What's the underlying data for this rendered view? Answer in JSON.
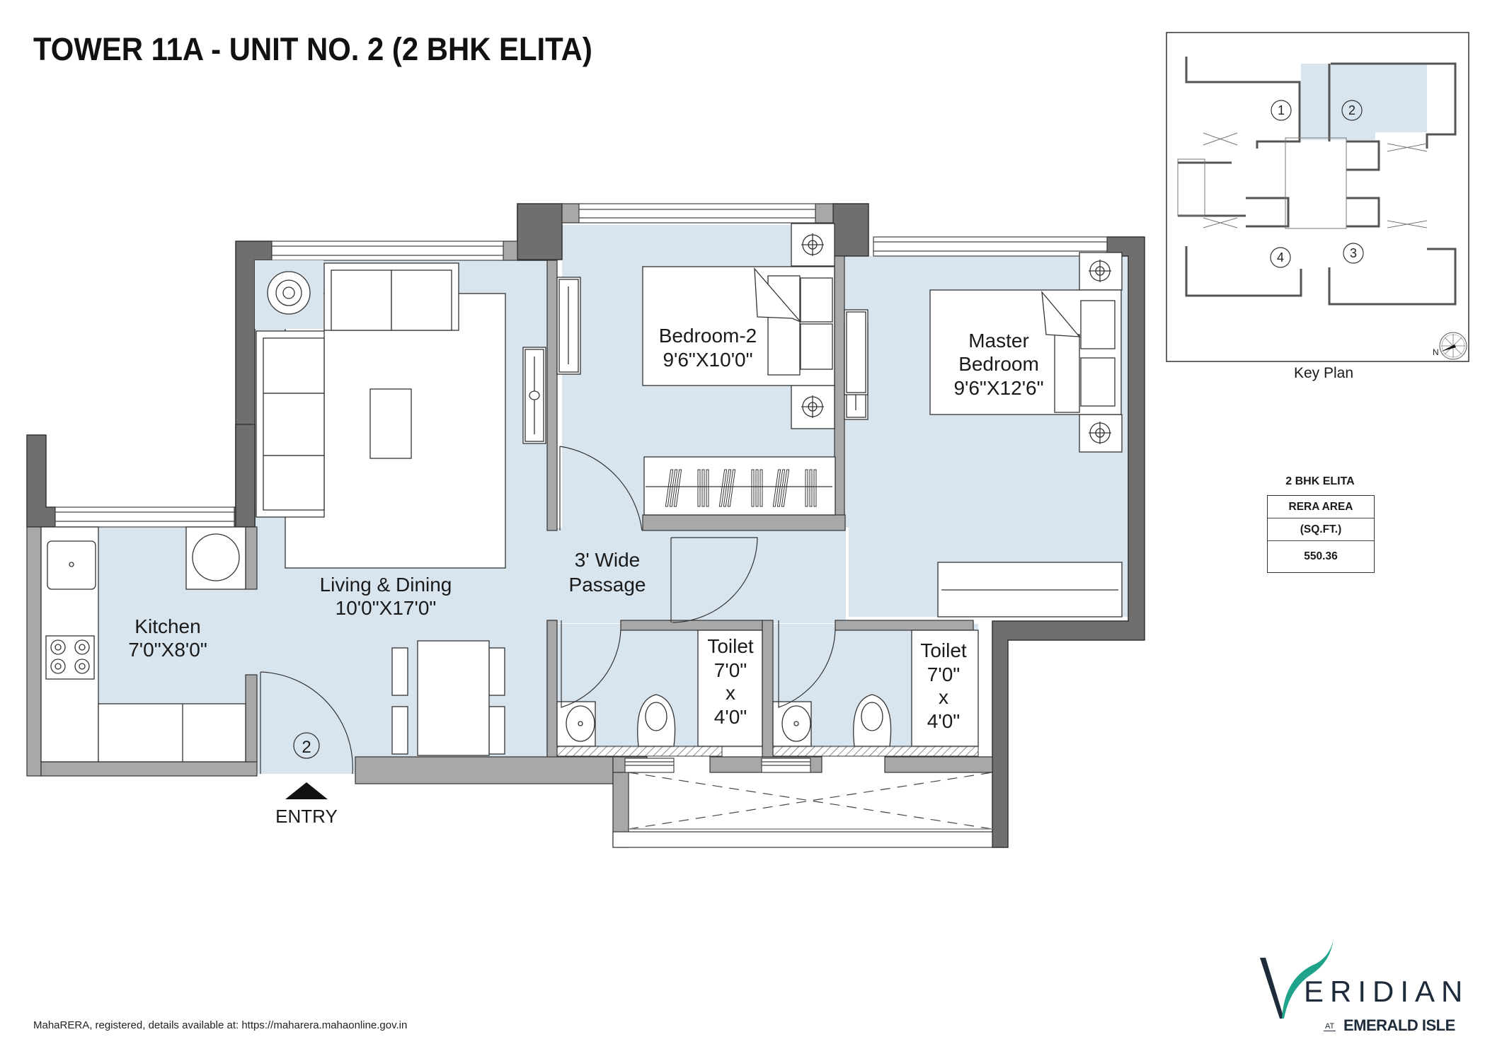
{
  "header": {
    "title": "TOWER 11A - UNIT NO. 2 (2 BHK ELITA)"
  },
  "colors": {
    "floor": "#d8e4ee",
    "wall_dark": "#6f6f6f",
    "wall_light": "#a8a8a8",
    "line": "#333333",
    "brand_navy": "#1d2b3a",
    "brand_teal": "#1fa38a",
    "brand_light_teal": "#6fb9cf"
  },
  "rooms": [
    {
      "id": "living-dining",
      "name": "Living & Dining",
      "size": "10'0\"X17'0\""
    },
    {
      "id": "kitchen",
      "name": "Kitchen",
      "size": "7'0\"X8'0\""
    },
    {
      "id": "bedroom-2",
      "name": "Bedroom-2",
      "size": "9'6\"X10'0\""
    },
    {
      "id": "master-bedroom",
      "name_line1": "Master",
      "name_line2": "Bedroom",
      "size": "9'6\"X12'6\""
    },
    {
      "id": "passage",
      "name_line1": "3' Wide",
      "name_line2": "Passage"
    },
    {
      "id": "toilet-1",
      "name": "Toilet",
      "dim1": "7'0\"",
      "x": "x",
      "dim2": "4'0\""
    },
    {
      "id": "toilet-2",
      "name": "Toilet",
      "dim1": "7'0\"",
      "x": "x",
      "dim2": "4'0\""
    }
  ],
  "entry": {
    "label": "ENTRY",
    "unit_marker": "2"
  },
  "key_plan": {
    "caption": "Key Plan",
    "units": [
      "1",
      "2",
      "3",
      "4"
    ],
    "highlighted_unit": "2",
    "north_label": "N"
  },
  "area_table": {
    "heading": "2 BHK ELITA",
    "row1": "RERA AREA",
    "row2": "(SQ.FT.)",
    "value": "550.36"
  },
  "footer": {
    "note": "MahaRERA, registered, details available at: https://maharera.mahaonline.gov.in"
  },
  "brand": {
    "name": "ERIDIAN",
    "initial": "V",
    "at": "AT",
    "sub": "EMERALD ISLE"
  }
}
